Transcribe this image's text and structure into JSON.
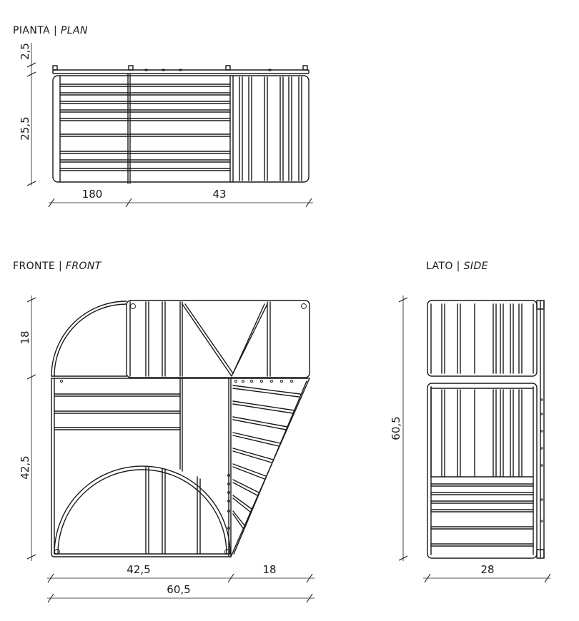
{
  "views": {
    "plan": {
      "title": "PIANTA",
      "separator": "|",
      "title_en": "PLAN"
    },
    "front": {
      "title": "FRONTE",
      "separator": "|",
      "title_en": "FRONT"
    },
    "side": {
      "title": "LATO",
      "separator": "|",
      "title_en": "SIDE"
    }
  },
  "dimensions": {
    "plan": {
      "top_strip": "2,5",
      "depth": "25,5",
      "width_left": "180",
      "width_right": "43"
    },
    "front": {
      "upper_height": "18",
      "lower_height": "42,5",
      "base_left": "42,5",
      "base_right": "18",
      "total_width": "60,5"
    },
    "side": {
      "height": "60,5",
      "width": "28"
    }
  }
}
